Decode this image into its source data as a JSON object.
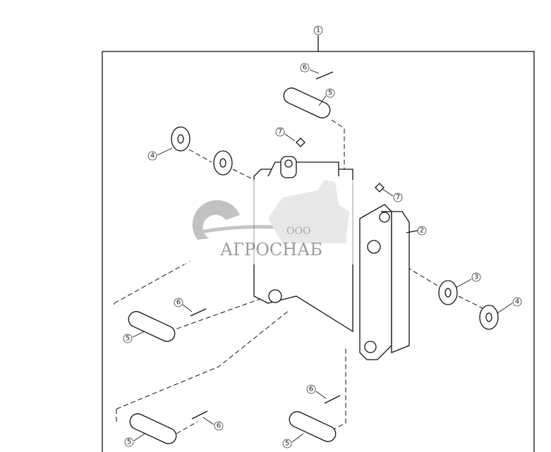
{
  "callouts": {
    "assembly": "1",
    "bracket": "2",
    "washer": "3",
    "lock_washer": "4",
    "pin": "5",
    "cotter_pin": "6",
    "grease_fitting": "7"
  },
  "watermark": {
    "prefix": "ООО",
    "name": "АГРОСНАБ"
  }
}
